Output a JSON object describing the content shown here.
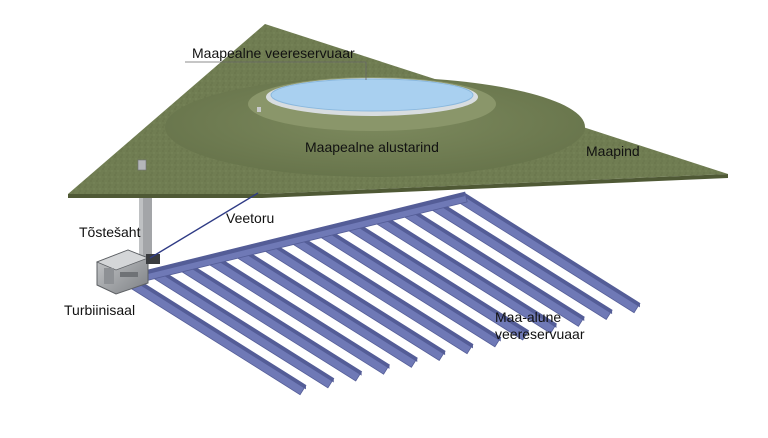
{
  "labels": {
    "surface_reservoir": "Maapealne veereservuaar",
    "surface_base": "Maapealne alustarind",
    "ground": "Maapind",
    "water_pipe": "Veetoru",
    "shaft": "Tõstešaht",
    "turbine_hall": "Turbiinisaal",
    "underground_line1": "Maa-alune",
    "underground_line2": "veereservuaar"
  },
  "colors": {
    "ground": "#6f7c51",
    "water": "#a9d0f0",
    "tunnels": "#6f79b6",
    "shaft": "#9ea0a3",
    "pipe": "#2f3b85"
  },
  "tunnel_count": 13
}
